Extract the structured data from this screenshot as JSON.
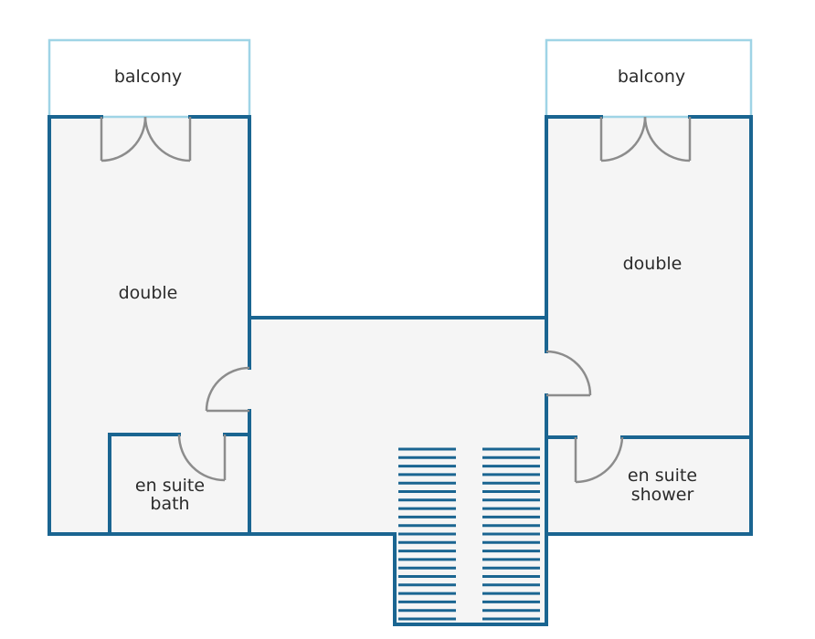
{
  "colors": {
    "wall": "#1a6591",
    "balcony_outline": "#9fd4e6",
    "door_swing": "#8c8c8c",
    "floor_fill": "#f5f5f5",
    "stair_line": "#1a6591",
    "label_text": "#2b2b2b"
  },
  "rooms": {
    "balcony_left": "balcony",
    "balcony_right": "balcony",
    "double_left": "double",
    "double_right": "double",
    "ensuite_left_line1": "en suite",
    "ensuite_left_line2": "bath",
    "ensuite_right_line1": "en suite",
    "ensuite_right_line2": "shower"
  }
}
